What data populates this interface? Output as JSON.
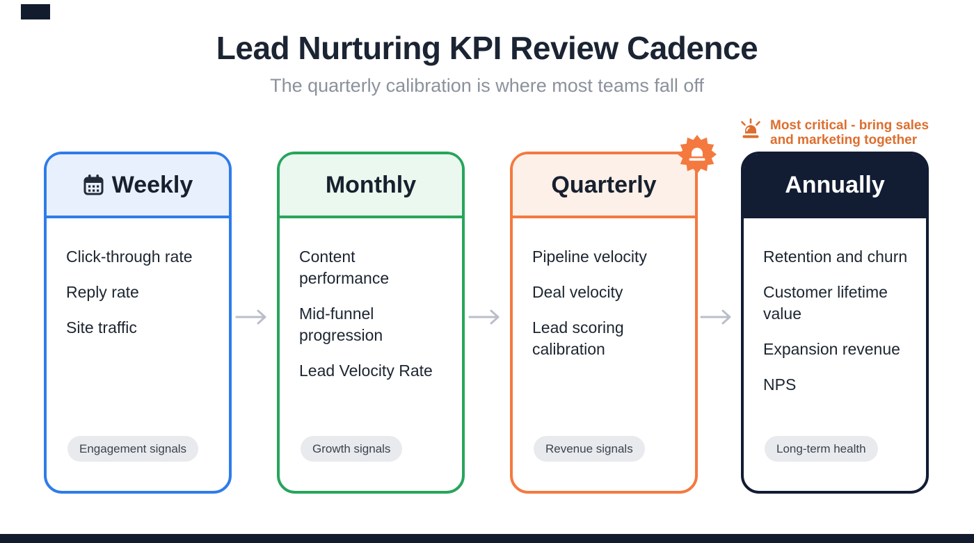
{
  "page": {
    "title": "Lead Nurturing KPI Review Cadence",
    "subtitle": "The quarterly calibration is where most teams fall off"
  },
  "annotation": {
    "text": "Most critical - bring sales and marketing together",
    "color": "#dd6e2e",
    "icon": "siren-icon"
  },
  "arrow_color": "#b9bfc8",
  "cards": [
    {
      "label": "Weekly",
      "icon": "calendar-icon",
      "items": [
        "Click-through rate",
        "Reply rate",
        "Site traffic"
      ],
      "badge": "Engagement signals",
      "colors": {
        "accent": "#2e7cea",
        "header_bg": "#e9f0fd",
        "header_text": "#17202e"
      }
    },
    {
      "label": "Monthly",
      "items": [
        "Content performance",
        "Mid-funnel progression",
        "Lead Velocity Rate"
      ],
      "badge": "Growth signals",
      "colors": {
        "accent": "#27a55b",
        "header_bg": "#eaf8ef",
        "header_text": "#17202e"
      }
    },
    {
      "label": "Quarterly",
      "items": [
        "Pipeline velocity",
        "Deal velocity",
        "Lead scoring calibration"
      ],
      "badge": "Revenue signals",
      "corner_icon": "siren-burst-icon",
      "colors": {
        "accent": "#f4793f",
        "header_bg": "#fdf0e8",
        "header_text": "#17202e"
      }
    },
    {
      "label": "Annually",
      "items": [
        "Retention and churn",
        "Customer lifetime value",
        "Expansion revenue",
        "NPS"
      ],
      "badge": "Long-term health",
      "colors": {
        "accent": "#121c33",
        "header_bg": "#121c33",
        "header_text": "#ffffff"
      }
    }
  ]
}
